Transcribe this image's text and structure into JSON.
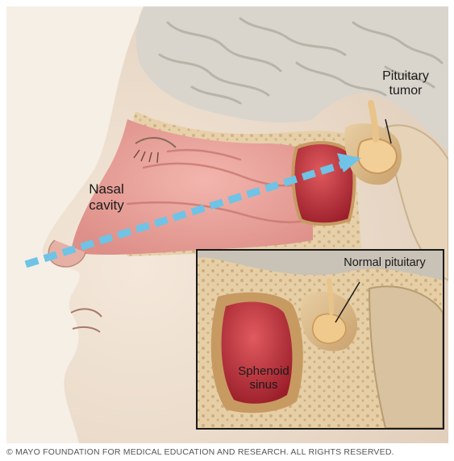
{
  "labels": {
    "nasal_cavity": [
      "Nasal",
      "cavity"
    ],
    "pituitary_tumor": [
      "Pituitary",
      "tumor"
    ],
    "normal_pituitary": "Normal pituitary",
    "sphenoid_sinus": [
      "Sphenoid",
      "sinus"
    ]
  },
  "copyright": "© MAYO FOUNDATION FOR MEDICAL EDUCATION AND RESEARCH. ALL RIGHTS RESERVED.",
  "colors": {
    "skin": "#eedfcd",
    "brain": "#d8d4cc",
    "cavity": "#e9a39c",
    "bone": "#d9b88a",
    "tumor": "#f0c98c",
    "arrow": "#6fc3e6",
    "sinus": "#b8303a"
  }
}
